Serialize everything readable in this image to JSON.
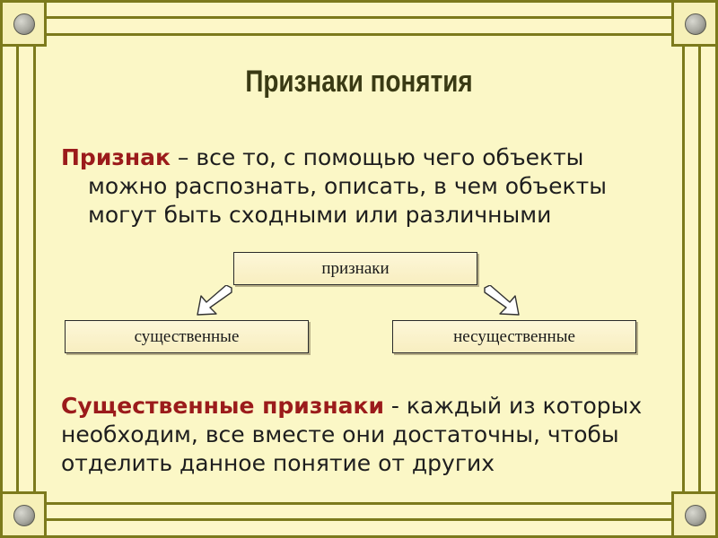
{
  "slide": {
    "title": "Признаки понятия",
    "definition1": {
      "term": "Признак",
      "line1_rest": " – все то, с помощью чего объекты",
      "line2": "можно распознать, описать, в чем объекты",
      "line3": "могут быть сходными или различными"
    },
    "diagram": {
      "root": "признаки",
      "left": "существенные",
      "right": "несущественные"
    },
    "definition2": {
      "term": "Существенные признаки",
      "line1_rest": " - каждый из которых",
      "line2": "необходим,  все вместе они достаточны, чтобы",
      "line3": "отделить данное понятие от других"
    }
  },
  "icons": [
    "knob-icon",
    "arrow-down-left-icon",
    "arrow-down-right-icon"
  ],
  "colors": {
    "background": "#fbf7c6",
    "frame": "#7c7a1c",
    "title": "#3a3a14",
    "term": "#9b1b1b"
  }
}
